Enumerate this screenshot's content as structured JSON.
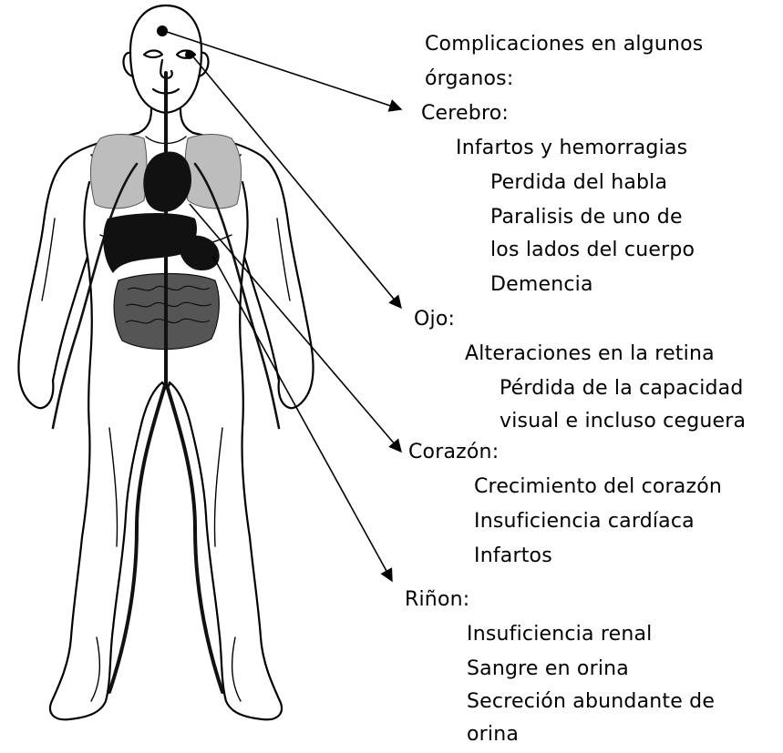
{
  "colors": {
    "line": "#000000",
    "background": "#ffffff",
    "organs": "#111111",
    "lungs": "#bdbdbd"
  },
  "figure": {
    "icon": "human-body-figure"
  },
  "intro": {
    "line1": "Complicaciones  en algunos",
    "line2": "órganos:"
  },
  "cerebro": {
    "title": "Cerebro:",
    "item1": "Infartos y hemorragias",
    "item2": "Perdida del habla",
    "item3": "Paralisis de uno de",
    "item4": "los lados del cuerpo",
    "item5": "Demencia"
  },
  "ojo": {
    "title": "Ojo:",
    "item1": "Alteraciones en la retina",
    "item2": "Pérdida de la capacidad",
    "item3": "visual e incluso ceguera"
  },
  "corazon": {
    "title": "Corazón:",
    "item1": "Crecimiento del corazón",
    "item2": "Insuficiencia cardíaca",
    "item3": "Infartos"
  },
  "rinon": {
    "title": "Riñon:",
    "item1": "Insuficiencia renal",
    "item2": "Sangre en orina",
    "item3": "Secreción abundante de",
    "item4": "orina"
  }
}
